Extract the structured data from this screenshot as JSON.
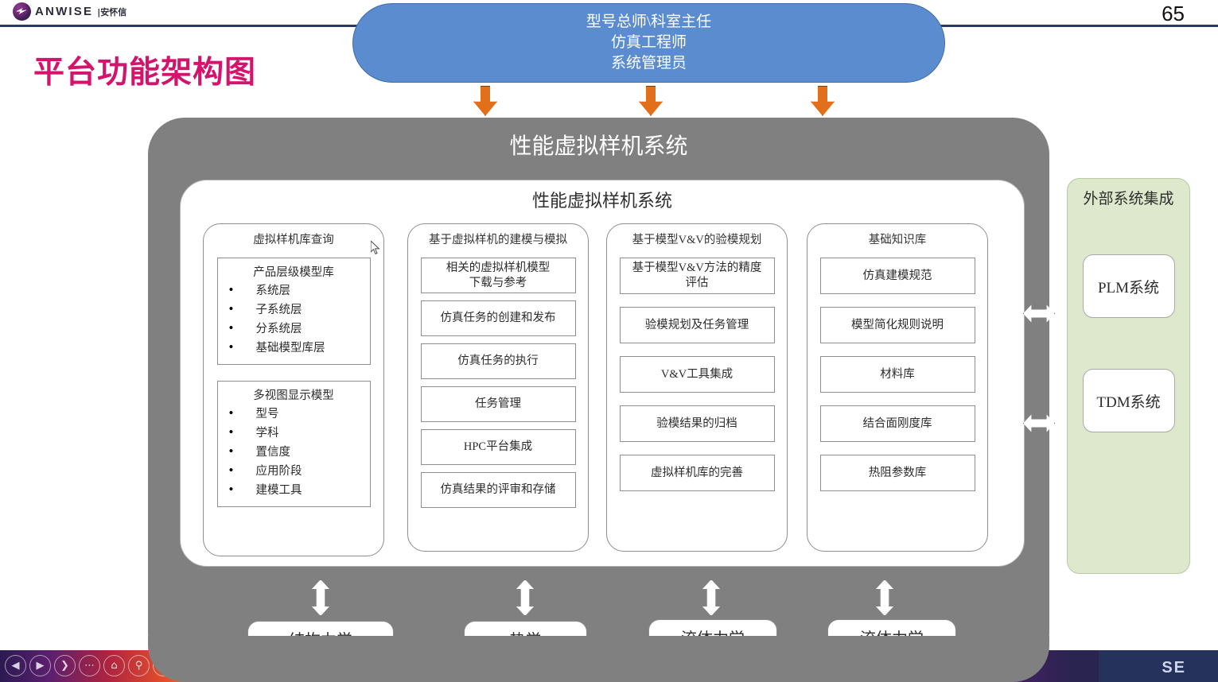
{
  "header": {
    "logo_text": "ANWISE",
    "logo_cn": "|安怀信",
    "logo_mark_name": "anwise-logo-icon",
    "page_number": "65"
  },
  "slide": {
    "title": "平台功能架构图",
    "title_color": "#d4136c"
  },
  "actors": {
    "lines": [
      "型号总师\\科室主任",
      "仿真工程师",
      "系统管理员"
    ],
    "fill_color": "#5b8cd0"
  },
  "arrows": {
    "orange_color": "#e2701b",
    "down_arrow_count": 3
  },
  "container": {
    "outer_title": "性能虚拟样机系统",
    "inner_title": "性能虚拟样机系统",
    "outer_color": "#808080",
    "inner_color": "#ffffff"
  },
  "columns": [
    {
      "title": "虚拟样机库查询",
      "bullet_groups": [
        {
          "head": "产品层级模型库",
          "items": [
            "系统层",
            "子系统层",
            "分系统层",
            "基础模型库层"
          ]
        },
        {
          "head": "多视图显示模型",
          "items": [
            "型号",
            "学科",
            "置信度",
            "应用阶段",
            "建模工具"
          ]
        }
      ]
    },
    {
      "title": "基于虚拟样机的建模与模拟",
      "boxes": [
        "相关的虚拟样机模型\n下载与参考",
        "仿真任务的创建和发布",
        "仿真任务的执行",
        "任务管理",
        "HPC平台集成",
        "仿真结果的评审和存储"
      ]
    },
    {
      "title": "基于模型V&V的验模规划",
      "boxes": [
        "基于模型V&V方法的精度\n评估",
        "验模规划及任务管理",
        "V&V工具集成",
        "验模结果的归档",
        "虚拟样机库的完善"
      ]
    },
    {
      "title": "基础知识库",
      "boxes": [
        "仿真建模规范",
        "模型简化规则说明",
        "材料库",
        "结合面刚度库",
        "热阻参数库"
      ]
    }
  ],
  "external": {
    "title": "外部系统集成",
    "panel_color": "#dde8cd",
    "items": [
      "PLM系统",
      "TDM系统"
    ]
  },
  "disciplines": [
    "结构力学",
    "热学",
    "流体力学",
    "流体力学"
  ],
  "taskbar": {
    "icons": [
      "back-icon",
      "forward-icon",
      "chevron-icon",
      "dots-icon",
      "home-icon",
      "search-icon",
      "circle-icon"
    ],
    "navy_text": "SE"
  }
}
